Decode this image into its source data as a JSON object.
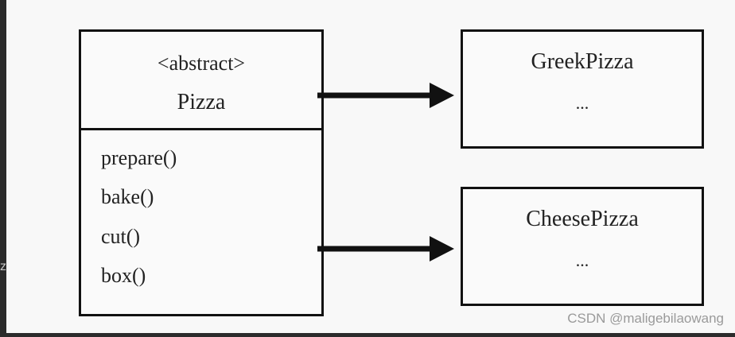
{
  "edge_fragment": "z",
  "abstract_class": {
    "stereotype": "<abstract>",
    "name": "Pizza",
    "methods": [
      "prepare()",
      "bake()",
      "cut()",
      "box()"
    ]
  },
  "subclasses": [
    {
      "name": "GreekPizza",
      "body": "..."
    },
    {
      "name": "CheesePizza",
      "body": "..."
    }
  ],
  "watermark": "CSDN @maligebilaowang",
  "colors": {
    "line": "#111111",
    "canvas": "#f8f8f8",
    "frame": "#2b2b2b"
  }
}
